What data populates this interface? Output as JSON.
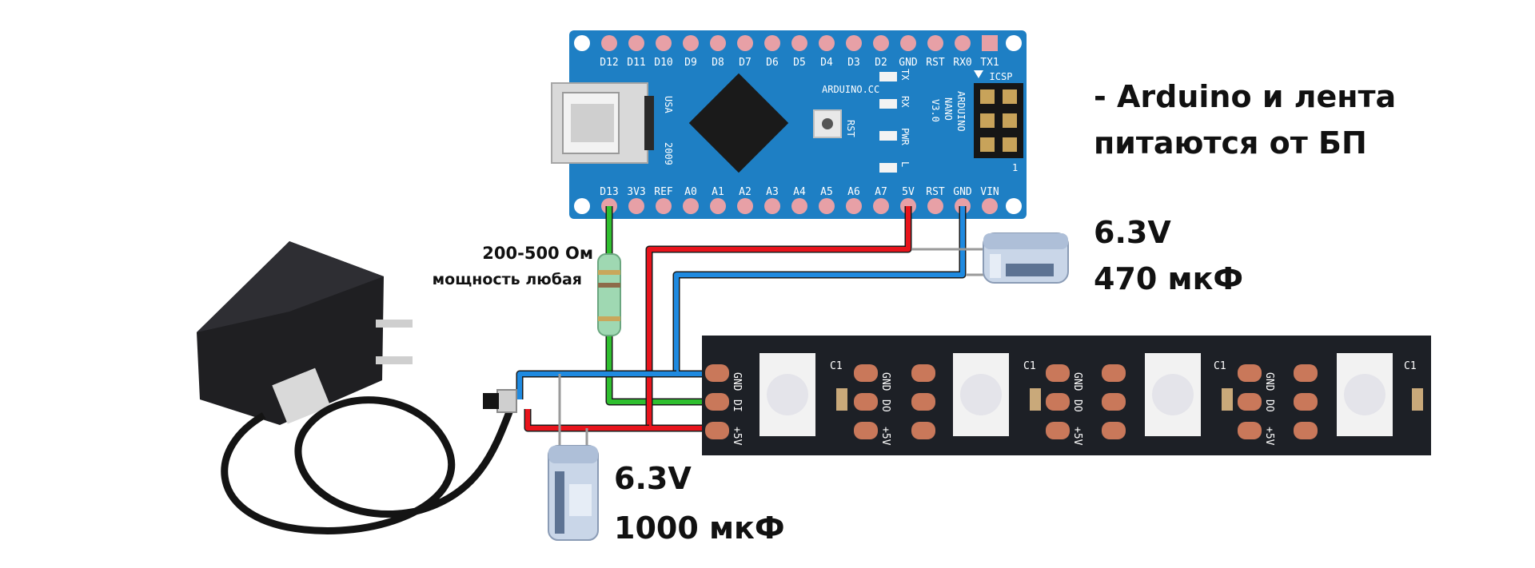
{
  "arduino": {
    "top_pins": [
      "D12",
      "D11",
      "D10",
      "D9",
      "D8",
      "D7",
      "D6",
      "D5",
      "D4",
      "D3",
      "D2",
      "GND",
      "RST",
      "RX0",
      "TX1"
    ],
    "bottom_pins": [
      "D13",
      "3V3",
      "REF",
      "A0",
      "A1",
      "A2",
      "A3",
      "A4",
      "A5",
      "A6",
      "A7",
      "5V",
      "RST",
      "GND",
      "VIN"
    ],
    "usa": "USA",
    "year": "2009",
    "site": "ARDUINO.CC",
    "name_line1": "ARDUINO",
    "name_line2": "NANO",
    "name_line3": "V3.0",
    "rst": "RST",
    "led_tx": "TX",
    "led_rx": "RX",
    "led_pwr": "PWR",
    "led_l": "L",
    "icsp": "ICSP",
    "icsp_1": "1"
  },
  "note": {
    "line1": "- Arduino и лента",
    "line2": "питаются от БП"
  },
  "cap_small": {
    "voltage": "6.3V",
    "capacity": "470 мкФ"
  },
  "cap_big": {
    "voltage": "6.3V",
    "capacity": "1000 мкФ"
  },
  "resistor": {
    "line1": "200-500 Ом",
    "line2": "мощность любая"
  },
  "strip": {
    "in_labels": [
      "GND",
      "DI",
      "+5V"
    ],
    "side_c1": "C1",
    "out_labels": [
      "GND",
      "DO",
      "+5V"
    ]
  },
  "colors": {
    "board": "#1e7fc4",
    "wire_red": "#e8141c",
    "wire_blue": "#1f8ae0",
    "wire_green": "#2fbf2f",
    "strip": "#1d2026",
    "pad": "#c9785a"
  }
}
